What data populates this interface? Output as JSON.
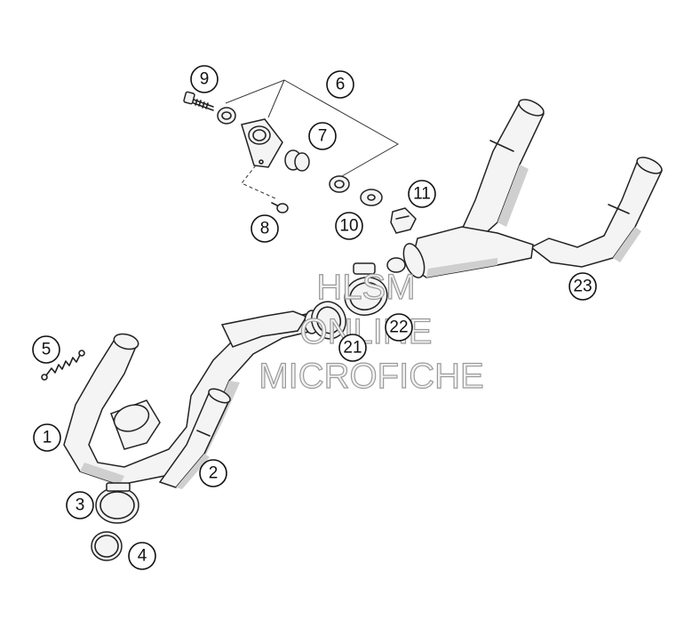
{
  "callouts": [
    {
      "id": "9",
      "label": "9"
    },
    {
      "id": "6",
      "label": "6"
    },
    {
      "id": "7",
      "label": "7"
    },
    {
      "id": "8",
      "label": "8"
    },
    {
      "id": "10",
      "label": "10"
    },
    {
      "id": "11",
      "label": "11"
    },
    {
      "id": "23",
      "label": "23"
    },
    {
      "id": "21",
      "label": "21"
    },
    {
      "id": "22",
      "label": "22"
    },
    {
      "id": "5",
      "label": "5"
    },
    {
      "id": "1",
      "label": "1"
    },
    {
      "id": "2",
      "label": "2"
    },
    {
      "id": "3",
      "label": "3"
    },
    {
      "id": "4",
      "label": "4"
    }
  ],
  "watermark": {
    "line1": "HLSM",
    "line2": "ONLINE",
    "line3": "MICROFICHE"
  }
}
